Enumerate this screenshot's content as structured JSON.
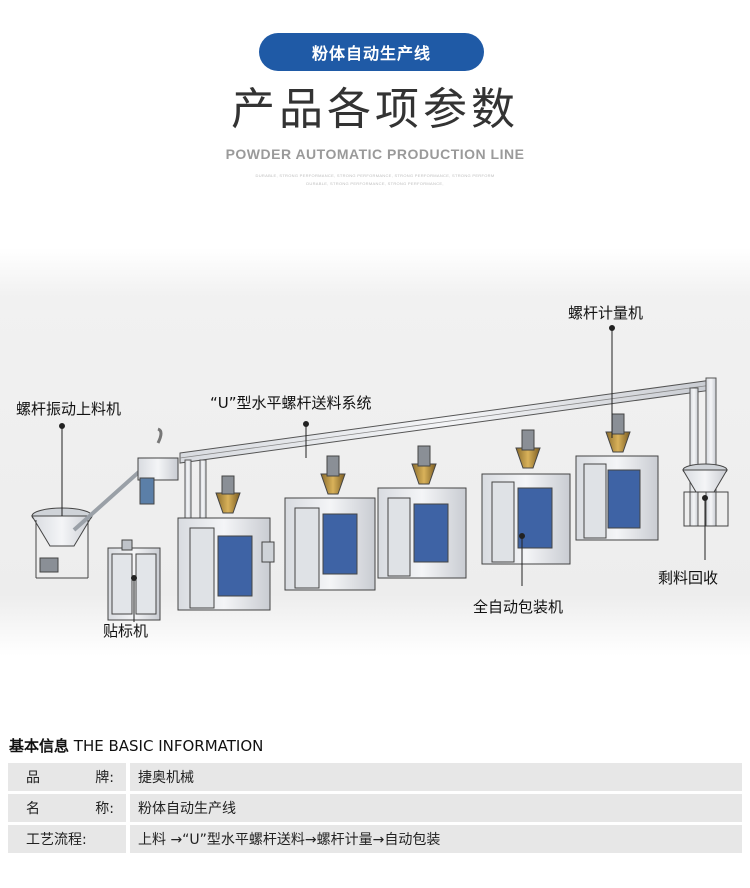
{
  "header": {
    "badge": "粉体自动生产线",
    "title": "产品各项参数",
    "subtitle": "POWDER AUTOMATIC PRODUCTION LINE",
    "tiny_line_1": "DURABLE, STRONG PERFORMANCE, STRONG PERFORMANCE, STRONG PERFORMANCE, STRONG PERFORM",
    "tiny_line_2": "DURABLE, STRONG PERFORMANCE, STRONG PERFORMANCE,",
    "accent_color": "#1f5aa6"
  },
  "diagram": {
    "labels": {
      "feeder": "螺杆振动上料机",
      "conveyor": "“U”型水平螺杆送料系统",
      "dosing": "螺杆计量机",
      "labeler": "贴标机",
      "packer": "全自动包装机",
      "recovery": "剩料回收"
    }
  },
  "info": {
    "heading_cn": "基本信息",
    "heading_en": "THE BASIC INFORMATION",
    "rows": [
      {
        "key_a": "品",
        "key_b": "牌:",
        "value": "捷奥机械"
      },
      {
        "key_a": "名",
        "key_b": "称:",
        "value": "粉体自动生产线"
      },
      {
        "key_a": "工艺流程:",
        "key_b": "",
        "value": "上料 →“U”型水平螺杆送料→螺杆计量→自动包装"
      }
    ]
  }
}
